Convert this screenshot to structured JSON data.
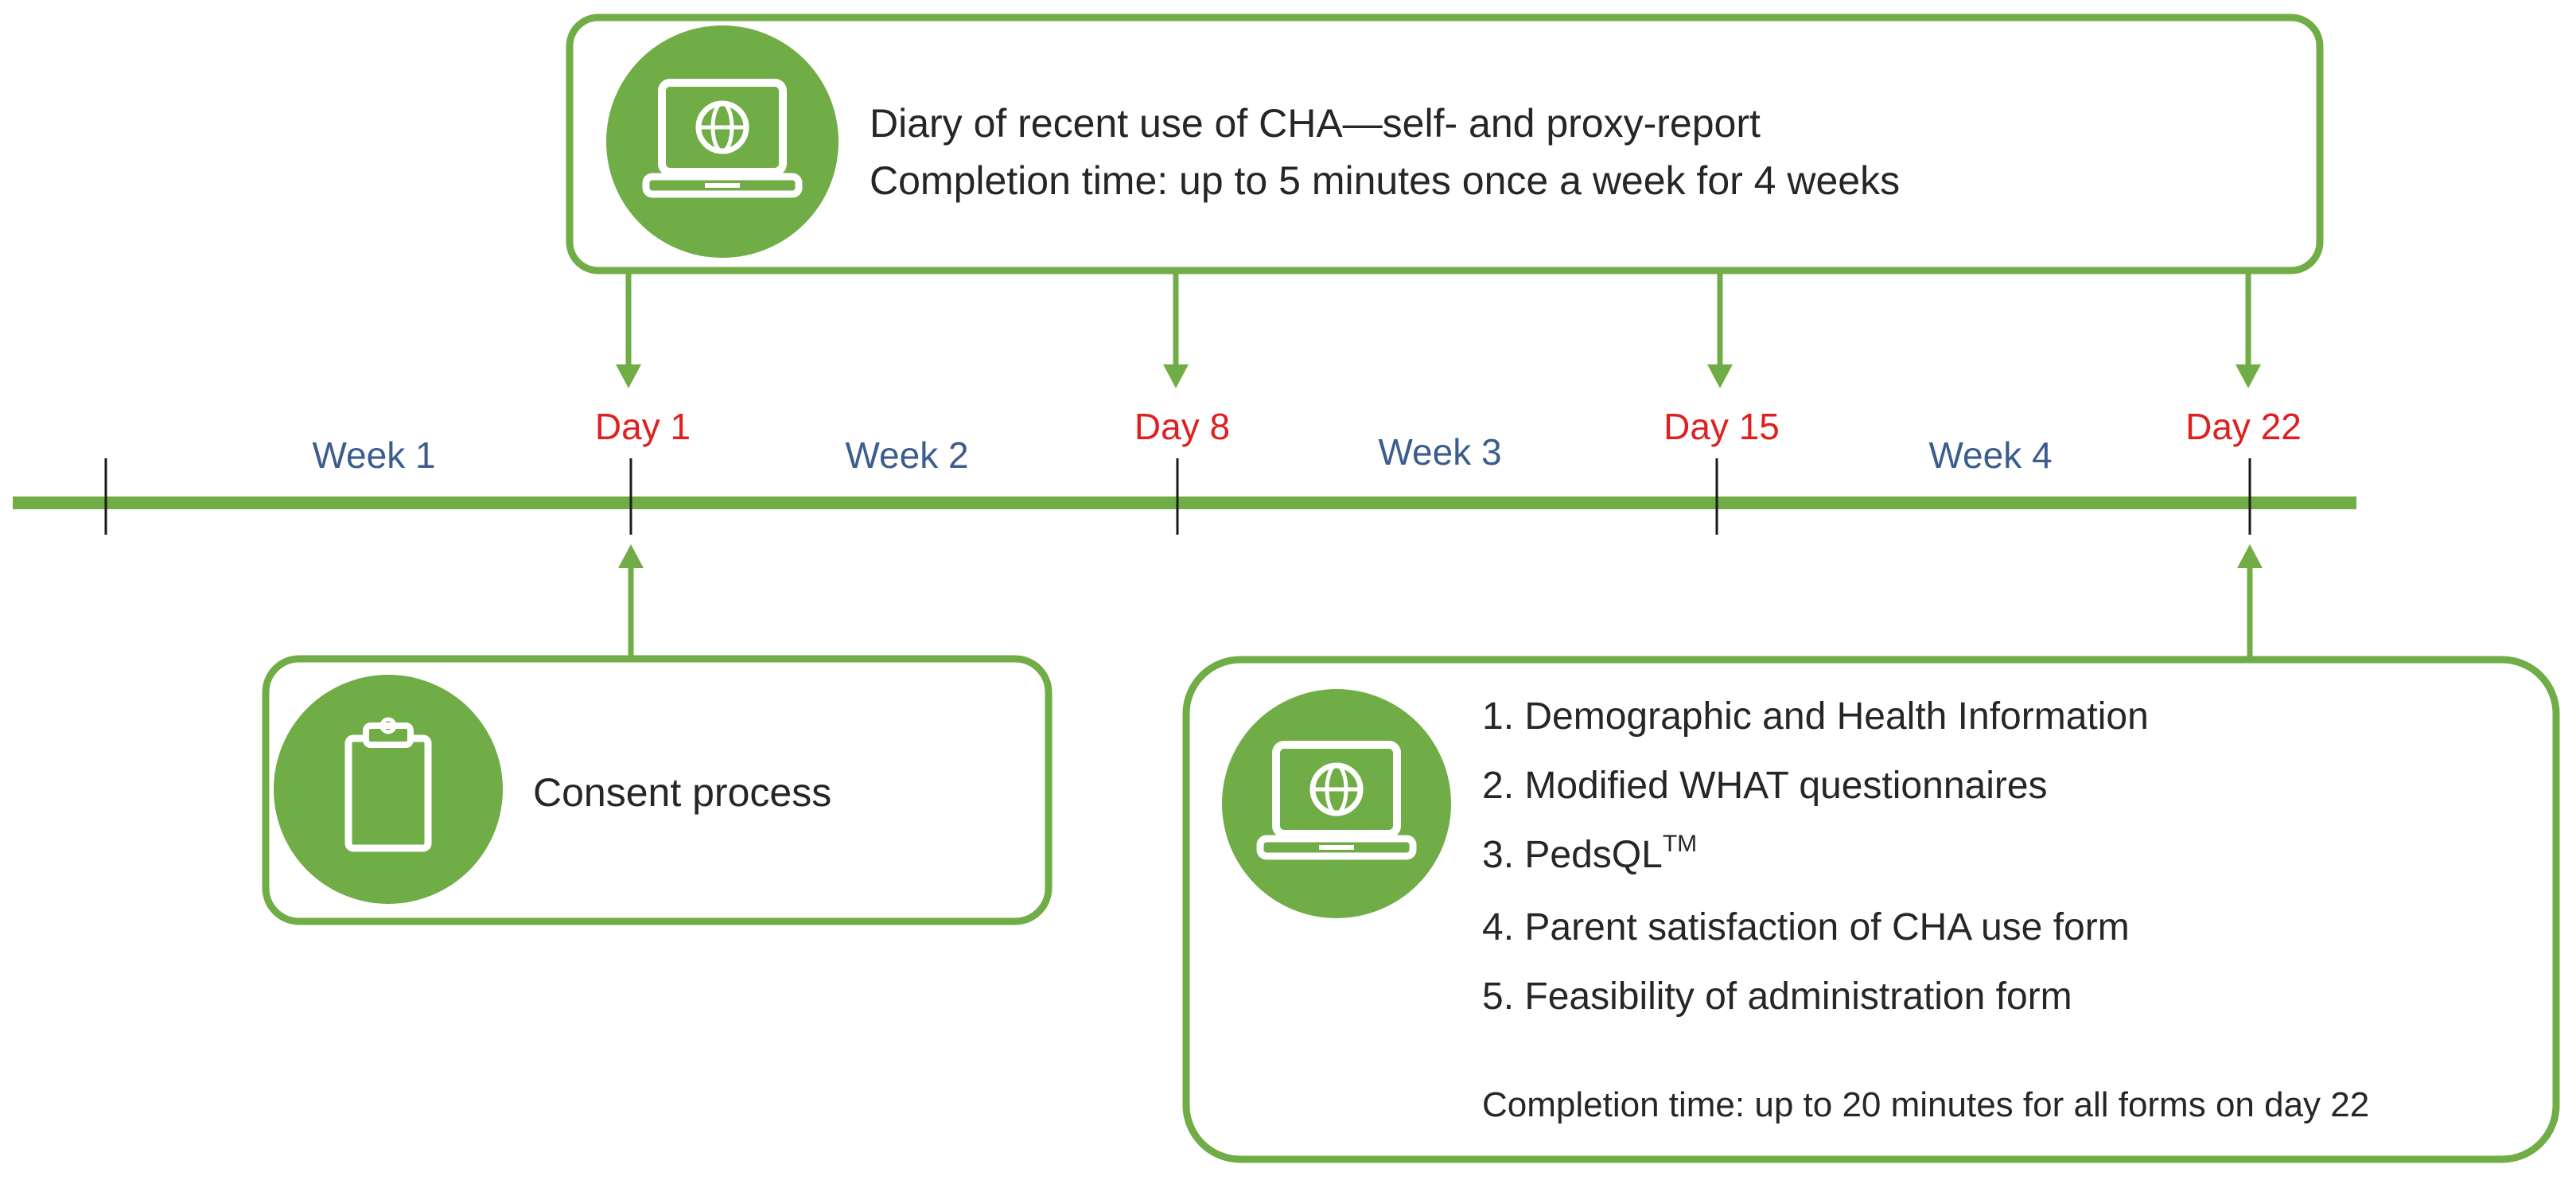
{
  "top_box": {
    "line1": "Diary of recent use of CHA—self- and proxy-report",
    "line2": "Completion time: up to 5 minutes once a week for 4 weeks",
    "icon": "laptop-globe-icon"
  },
  "timeline": {
    "weeks": [
      "Week 1",
      "Week 2",
      "Week 3",
      "Week 4"
    ],
    "days": [
      "Day 1",
      "Day 8",
      "Day 15",
      "Day 22"
    ]
  },
  "consent_box": {
    "label": "Consent process",
    "icon": "clipboard-icon"
  },
  "final_box": {
    "items": [
      "1. Demographic and Health Information",
      "2. Modified WHAT questionnaires",
      "3. PedsQL",
      "4. Parent satisfaction of CHA use form",
      "5. Feasibility of administration form"
    ],
    "pedsql_superscript": "TM",
    "footer": "Completion time: up to 20 minutes for all forms on day 22",
    "icon": "laptop-globe-icon"
  },
  "colors": {
    "green": "#70AD47",
    "green_dark": "#6AA84F",
    "week_text": "#3B5C8C",
    "day_text": "#E02020",
    "body_text": "#262626"
  }
}
